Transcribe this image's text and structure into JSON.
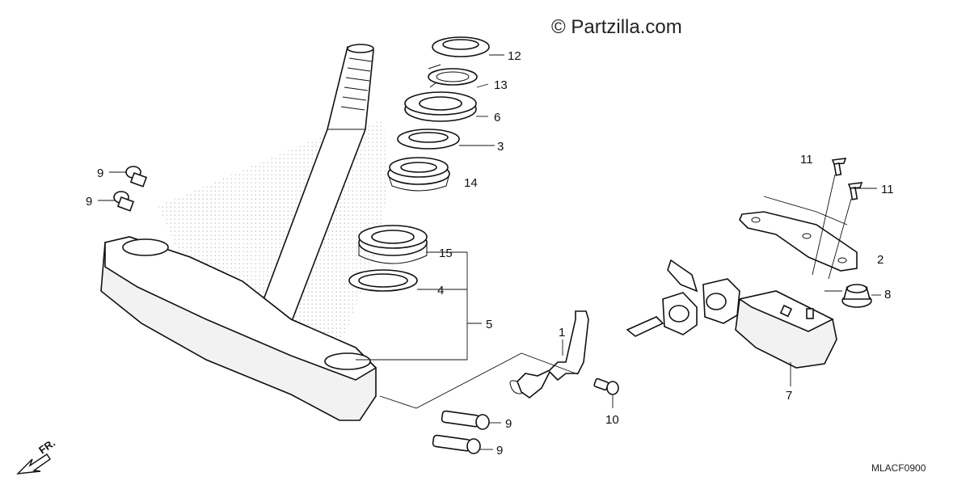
{
  "watermark": "© Partzilla.com",
  "diagram_code": "MLACF0900",
  "front_indicator": "FR.",
  "callouts": {
    "c1": "1",
    "c2": "2",
    "c3": "3",
    "c4": "4",
    "c5": "5",
    "c6": "6",
    "c7": "7",
    "c8": "8",
    "c9a": "9",
    "c9b": "9",
    "c9c": "9",
    "c9d": "9",
    "c10": "10",
    "c11a": "11",
    "c11b": "11",
    "c12": "12",
    "c13": "13",
    "c14": "14",
    "c15": "15"
  }
}
